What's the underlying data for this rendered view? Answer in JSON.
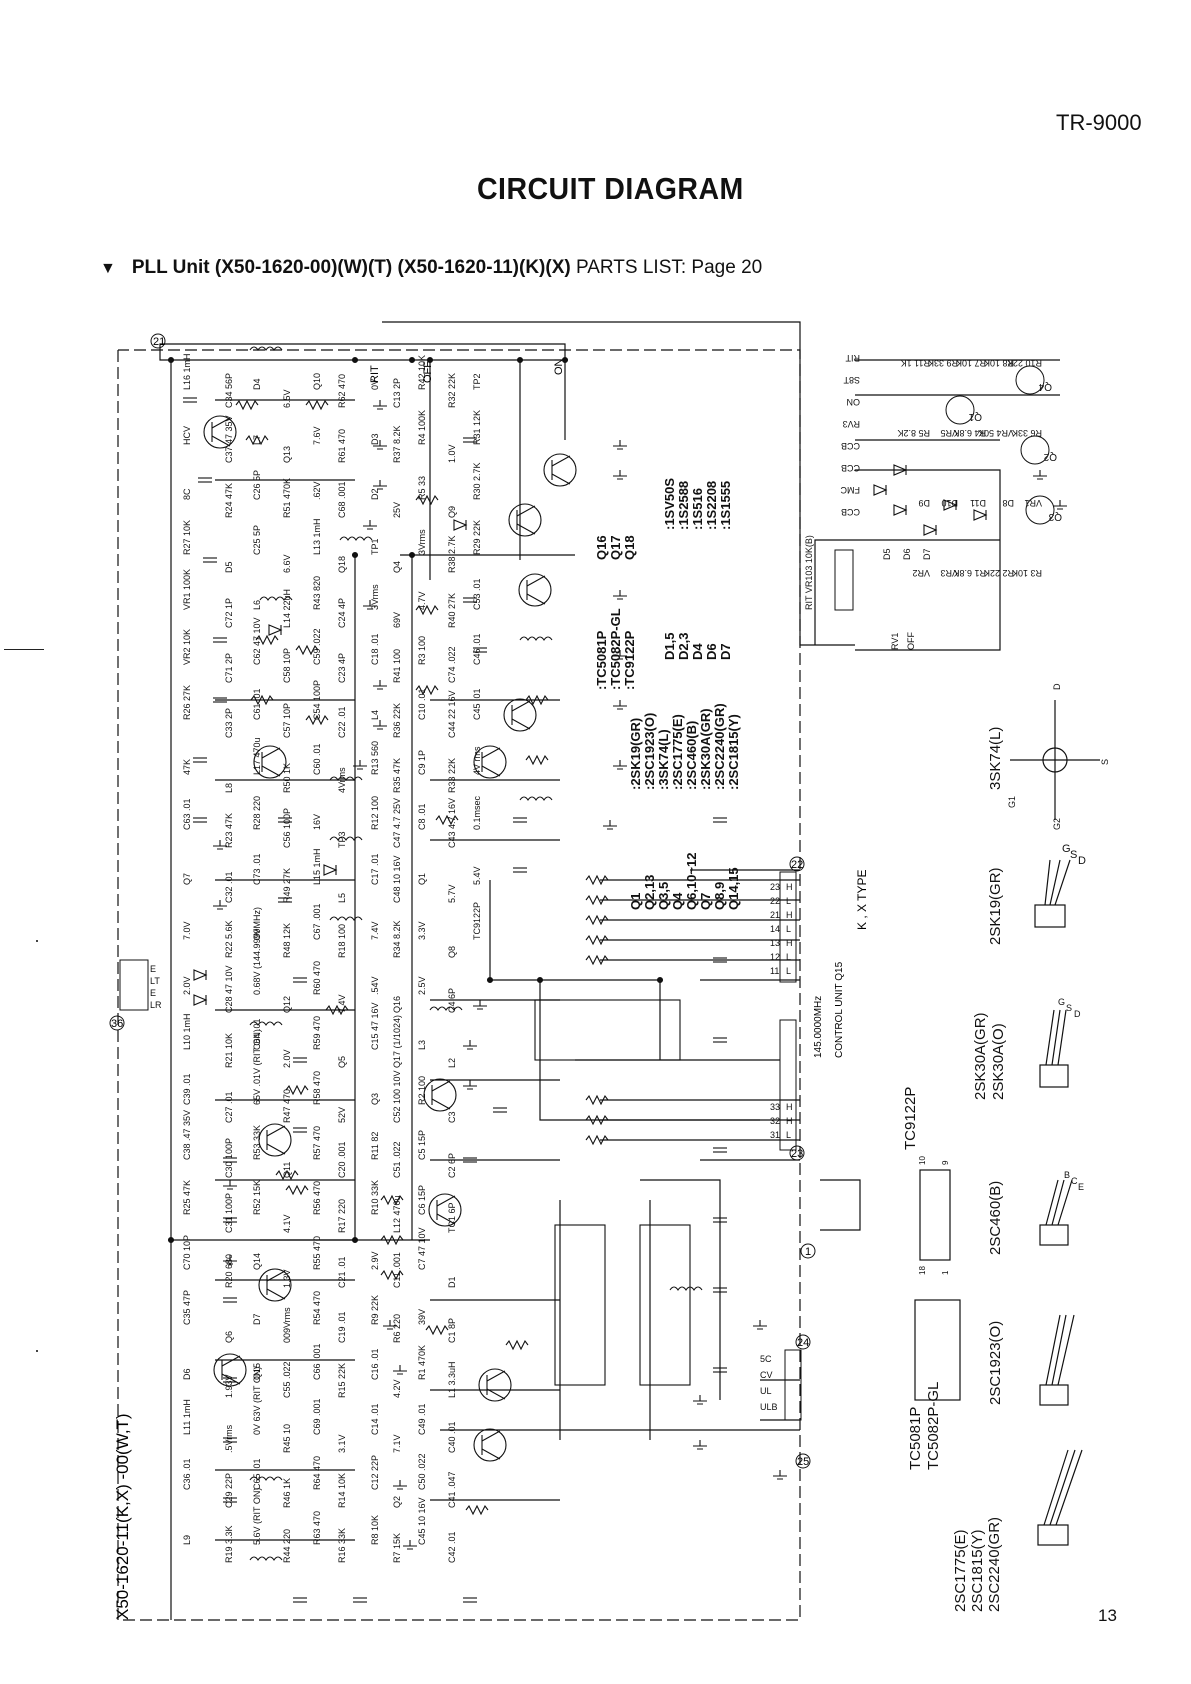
{
  "header": {
    "model": "TR-9000",
    "title": "CIRCUIT DIAGRAM",
    "subtitle": "PLL Unit (X50-1620-00)(W)(T) (X50-1620-11)(K)(X)",
    "parts_list": "PARTS LIST:  Page 20"
  },
  "page_number": "13",
  "board_label": "X50-1620-11(K,X) -00(W,T)",
  "transistor_table": [
    {
      "ref": "Q1",
      "part": ":2SK19(GR)"
    },
    {
      "ref": "Q2,13",
      "part": ":2SC1923(O)"
    },
    {
      "ref": "Q3,5",
      "part": ":3SK74(L)"
    },
    {
      "ref": "Q4",
      "part": ":2SC1775(E)"
    },
    {
      "ref": "Q6,10~12",
      "part": ":2SC460(B)"
    },
    {
      "ref": "Q7",
      "part": ":2SK30A(GR)"
    },
    {
      "ref": "Q8,9",
      "part": ":2SC2240(GR)"
    },
    {
      "ref": "Q14,15",
      "part": ":2SC1815(Y)"
    }
  ],
  "ic_table": [
    {
      "ref": "Q16",
      "part": ":TC5081P"
    },
    {
      "ref": "Q17",
      "part": ":TC5082P-GL"
    },
    {
      "ref": "Q18",
      "part": ":TC9122P"
    }
  ],
  "diode_table": [
    {
      "ref": "D1,5",
      "part": ":1SV50S"
    },
    {
      "ref": "D2,3",
      "part": ":1S2588"
    },
    {
      "ref": "D4",
      "part": ":1S516"
    },
    {
      "ref": "D6",
      "part": ":1S2208"
    },
    {
      "ref": "D7",
      "part": ":1S1555"
    }
  ],
  "control_unit": {
    "label": "CONTROL UNIT Q15",
    "freq": "145.0000MHz",
    "type_label": "K , X TYPE"
  },
  "connectors": {
    "c21": "21",
    "c22": "22",
    "c23": "23",
    "c24": "24",
    "c25": "25",
    "c36": "36",
    "pins_22": [
      "23",
      "22",
      "21",
      "14",
      "13",
      "12",
      "11"
    ],
    "levels_22": [
      "H",
      "L",
      "H",
      "L",
      "H",
      "L",
      "L"
    ],
    "pins_23": [
      "33",
      "32",
      "31"
    ],
    "levels_23": [
      "H",
      "H",
      "L"
    ],
    "pins_24": [
      "5C",
      "CV",
      "UL",
      "ULB"
    ],
    "pins_36": [
      "E",
      "LT",
      "E",
      "LR"
    ]
  },
  "switch_labels": [
    "RIT",
    "OFF",
    "ON"
  ],
  "rit_panel": {
    "terminals": [
      "RIT",
      "S8T",
      "ON",
      "RV3",
      "CCB",
      "CCB",
      "FMC",
      "CCB"
    ],
    "parts": [
      "R11 1K",
      "R9 33K",
      "R7 10K",
      "R8 10K",
      "R10 22K",
      "R5 8.2K",
      "VR5",
      "R4 6.8K",
      "VR4 50K",
      "R6 33K",
      "D9",
      "D10",
      "D11",
      "D8",
      "VR1",
      "VR2",
      "VR3",
      "R1 6.8K",
      "R2 22K",
      "R3 10K"
    ],
    "transistors": [
      "Q1",
      "Q2",
      "Q3",
      "Q4"
    ],
    "diodes": [
      "D5",
      "D6",
      "D7"
    ],
    "rit_pot": "RIT VR103 10K(B)",
    "rv1": "RV1",
    "rv1_off": "OFF"
  },
  "component_labels": [
    "L16 1mH",
    "HCV",
    "8C",
    "R27 10K",
    "VR1 100K",
    "VR2 10K",
    "R26 27K",
    "47K",
    "C63 .01",
    "Q7",
    "7.0V",
    "2.0V",
    "L10 1mH",
    "C39 .01",
    "C38 .47 35V",
    "R25 47K",
    "C70 10P",
    "C35 47P",
    "D6",
    "L11 1mH",
    "C36 .01",
    "L9",
    "C34 56P",
    "C37 47 35V",
    "R24 47K",
    "D5",
    "C72 1P",
    "C71 2P",
    "C33 2P",
    "L8",
    "R23 47K",
    "C32 .01",
    "R22 5.6K",
    "C28 47 10V",
    "R21 10K",
    "C27 .01",
    "C30 100P",
    "C31 100P",
    "R20 680",
    "Q6",
    "1.93V",
    ".5Vrms",
    "C29 22P",
    "R19 3.3K",
    "D4",
    "L7",
    "C26 5P",
    "C25 5P",
    "L6",
    "C62 47 10V",
    "C61 .01",
    "L17 470u",
    "R28 220",
    "C73 .01",
    "0V",
    "0.68V (144.9999MHz)",
    "C64 .01",
    "65V .01V (RIT ON)",
    "R53 33K",
    "R52 15K",
    "Q14",
    "D7",
    "Q15",
    "0V 63V (RIT ON)",
    "C65 .01",
    "5.6V (RIT ON)",
    "6.5V",
    "Q13",
    "R51 470K",
    "6.6V",
    "L14 22uH",
    "C58 10P",
    "C57 10P",
    "R50 1K",
    "C56 100P",
    "R49 27K",
    "R48 12K",
    "Q12",
    "2.0V",
    "R47 470",
    "Q11",
    "4.1V",
    "1.3V",
    "009Vrms",
    "C55 .022",
    "R45 10",
    "R46 1K",
    "R44 220",
    "Q10",
    "7.6V",
    ".62V",
    "L13 1mH",
    "R43 820",
    "C59 .022",
    "C54 100P",
    "C60 .01",
    "16V",
    "L15 1mH",
    "C67 .001",
    "R60 470",
    "R59 470",
    "R58 470",
    "R57 470",
    "R56 470",
    "R55 470",
    "R54 470",
    "C66 .001",
    "C69 .001",
    "R64 470",
    "R63 470",
    "R62 470",
    "R61 470",
    "C68 .001",
    "Q18",
    "C24 4P",
    "C23 4P",
    "C22 .01",
    "4Vrms",
    "TP3",
    "L5",
    "R18 100",
    "7.4V",
    "Q5",
    "52V",
    "C20 .001",
    "R17 220",
    "C21 .01",
    "C19 .01",
    "R15 22K",
    "3.1V",
    "R14 10K",
    "R16 33K",
    "0V",
    "D3",
    "D2",
    "TP1",
    "3Vrms",
    "C18 .01",
    "L4",
    "R13 560",
    "R12 100",
    "C17 .01",
    "7.4V",
    ".54V",
    "C15 47 16V",
    "Q3",
    "R11 82",
    "R10 33K",
    "2.9V",
    "R9 22K",
    "C16 .01",
    "C14 .01",
    "C12 22P",
    "R8 10K",
    "C13 2P",
    "R37 8.2K",
    "25V",
    "Q4",
    "69V",
    "R41 100",
    "R36 22K",
    "R35 47K",
    "C47 4.7 25V",
    "C48 10 16V",
    "R34 8.2K",
    "Q16",
    "Q17 (1/1024)",
    "C52 100 10V",
    "C51 .022",
    "L12 470u",
    "C11 .001",
    "R6 220",
    "4.2V",
    "7.1V",
    "Q2",
    "R7 15K",
    "R42 10K",
    "R4 100K",
    "R5 33",
    "3Vrms",
    "4.7V",
    "R3 100",
    "C10 .01",
    "C9 1P",
    "C8 .01",
    "Q1",
    "3.3V",
    "2.5V",
    "L3",
    "R2 100",
    "C5 15P",
    "C6 15P",
    "C7 47 10V",
    "39V",
    "R1 470K",
    "C49 .01",
    "C50 .022",
    "C45 10 16V",
    "R32 22K",
    "1.0V",
    "Q9",
    "R38 2.7K",
    "R40 27K",
    "C74 .022",
    "C44 22 16V",
    "R33 22K",
    "C43 4.7 16V",
    "5.7V",
    "Q8",
    "C4 6P",
    "L2",
    "C3",
    "C2 6P",
    "TC1 6P",
    "D1",
    "C1 8P",
    "L1 3.3uH",
    "C40 .01",
    "C41 .047",
    "C42 .01",
    "TP2",
    "R31 12K",
    "R30 2.7K",
    "R29 22K",
    "C53 .01",
    "C46 .01",
    "C45 .01",
    "4V rms",
    "0.1msec",
    "5.4V",
    "TC9122P"
  ],
  "device_labels": {
    "3sk74": "3SK74(L)",
    "2sk19": "2SK19(GR)",
    "2sk30a": [
      "2SK30A(GR)",
      "2SK30A(O)"
    ],
    "2sc460": "2SC460(B)",
    "2sc1923": "2SC1923(O)",
    "trans_group": [
      "2SC1775(E)",
      "2SC1815(Y)",
      "2SC2240(GR)"
    ],
    "tc9122p": "TC9122P",
    "tc508x": [
      "TC5081P",
      "TC5082P-GL"
    ],
    "pins_3sk74": [
      "D",
      "S",
      "G1",
      "G2"
    ],
    "pins_2sk19": [
      "G",
      "S",
      "D"
    ],
    "pins_2sk30a": [
      "G",
      "S",
      "D"
    ],
    "pins_bce": [
      "B",
      "C",
      "E"
    ],
    "tc9122p_pins": [
      "10",
      "9",
      "18",
      "1"
    ]
  },
  "page_marker": "1"
}
